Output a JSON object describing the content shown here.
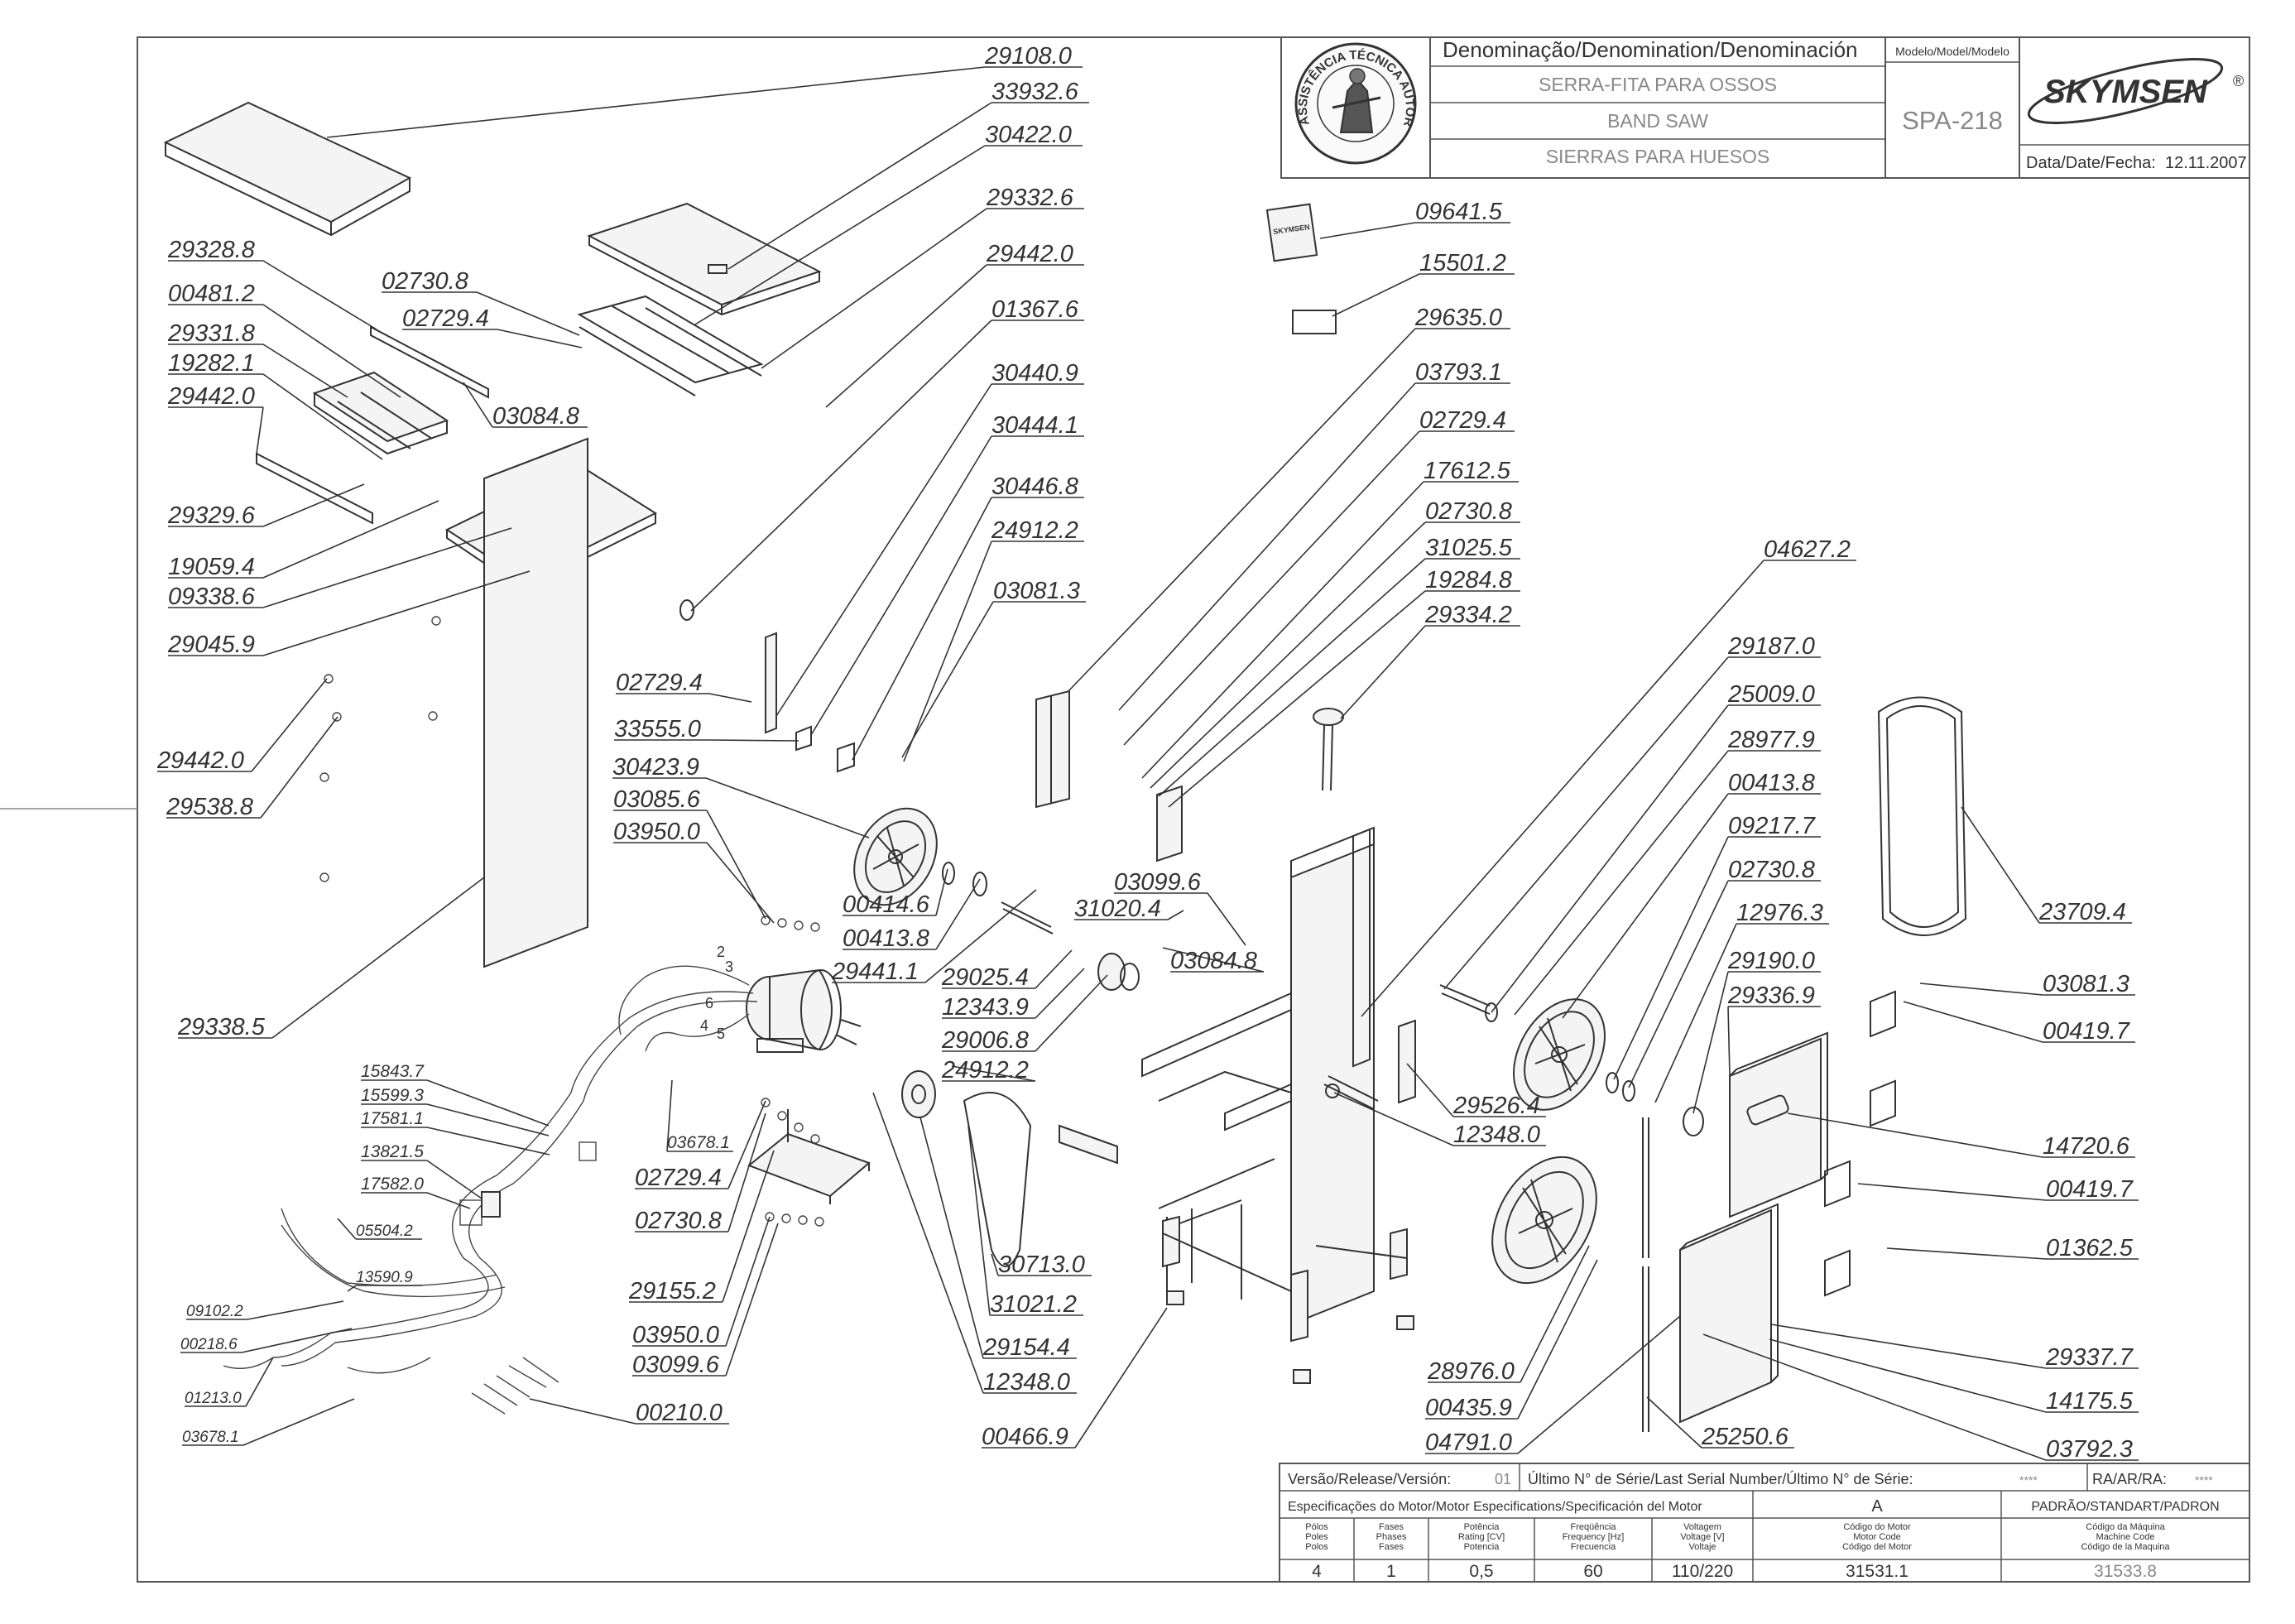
{
  "title_block": {
    "denomination_header": "Denominação/Denomination/Denominación",
    "names": [
      "SERRA-FITA PARA OSSOS",
      "BAND SAW",
      "SIERRAS PARA HUESOS"
    ],
    "model_header": "Modelo/Model/Modelo",
    "model": "SPA-218",
    "brand": "SKYMSEN",
    "brand_mark": "®",
    "seal_text": "ASSISTÊNCIA TÉCNICA AUTORIZADA",
    "date_label": "Data/Date/Fecha:",
    "date": "12.11.2007"
  },
  "footer": {
    "version_label": "Versão/Release/Versión:",
    "version": "01",
    "serial_label": "Último N° de Série/Last Serial Number/Último N° de Série:",
    "serial": "****",
    "ra_label": "RA/AR/RA:",
    "ra": "****",
    "motor_spec_header": "Especificações do Motor/Motor Especifications/Specificación del Motor",
    "standard_letter": "A",
    "standard_header": "PADRÃO/STANDART/PADRON",
    "columns": [
      {
        "line1": "Pólos",
        "line2": "Poles",
        "line3": "Polos",
        "value": "4"
      },
      {
        "line1": "Fases",
        "line2": "Phases",
        "line3": "Fases",
        "value": "1"
      },
      {
        "line1": "Potência",
        "line2": "Rating [CV]",
        "line3": "Potencia",
        "value": "0,5"
      },
      {
        "line1": "Freqüência",
        "line2": "Frequency [Hz]",
        "line3": "Frecuencia",
        "value": "60"
      },
      {
        "line1": "Voltagem",
        "line2": "Voltage [V]",
        "line3": "Voltaje",
        "value": "110/220"
      },
      {
        "line1": "Código do Motor",
        "line2": "Motor Code",
        "line3": "Código del Motor",
        "value": "31531.1"
      },
      {
        "line1": "Código da Máquina",
        "line2": "Machine Code",
        "line3": "Código de la Maquina",
        "value": "31533.8"
      }
    ]
  },
  "wire_numbers": [
    "2",
    "3",
    "6",
    "4",
    "5"
  ],
  "plate_text": "SKYMSEN",
  "part_labels": [
    "29108.0",
    "33932.6",
    "30422.0",
    "29332.6",
    "29442.0",
    "01367.6",
    "30440.9",
    "30444.1",
    "30446.8",
    "24912.2",
    "03081.3",
    "29328.8",
    "00481.2",
    "29331.8",
    "19282.1",
    "29442.0",
    "29329.6",
    "19059.4",
    "09338.6",
    "29045.9",
    "02730.8",
    "02729.4",
    "03084.8",
    "29442.0",
    "29538.8",
    "29338.5",
    "02729.4",
    "33555.0",
    "30423.9",
    "03085.6",
    "03950.0",
    "00414.6",
    "00413.8",
    "29441.1",
    "29025.4",
    "12343.9",
    "29006.8",
    "24912.2",
    "03099.6",
    "31020.4",
    "03084.8",
    "15843.7",
    "15599.3",
    "17581.1",
    "13821.5",
    "17582.0",
    "05504.2",
    "13590.9",
    "09102.2",
    "00218.6",
    "01213.0",
    "03678.1",
    "03678.1",
    "02729.4",
    "02730.8",
    "29155.2",
    "03950.0",
    "03099.6",
    "00210.0",
    "30713.0",
    "31021.2",
    "29154.4",
    "12348.0",
    "00466.9",
    "09641.5",
    "15501.2",
    "29635.0",
    "03793.1",
    "02729.4",
    "17612.5",
    "02730.8",
    "31025.5",
    "19284.8",
    "29334.2",
    "04627.2",
    "29187.0",
    "25009.0",
    "28977.9",
    "00413.8",
    "09217.7",
    "02730.8",
    "12976.3",
    "29190.0",
    "29336.9",
    "29526.4",
    "12348.0",
    "28976.0",
    "00435.9",
    "04791.0",
    "25250.6",
    "23709.4",
    "03081.3",
    "00419.7",
    "14720.6",
    "00419.7",
    "01362.5",
    "29337.7",
    "14175.5",
    "03792.3"
  ]
}
